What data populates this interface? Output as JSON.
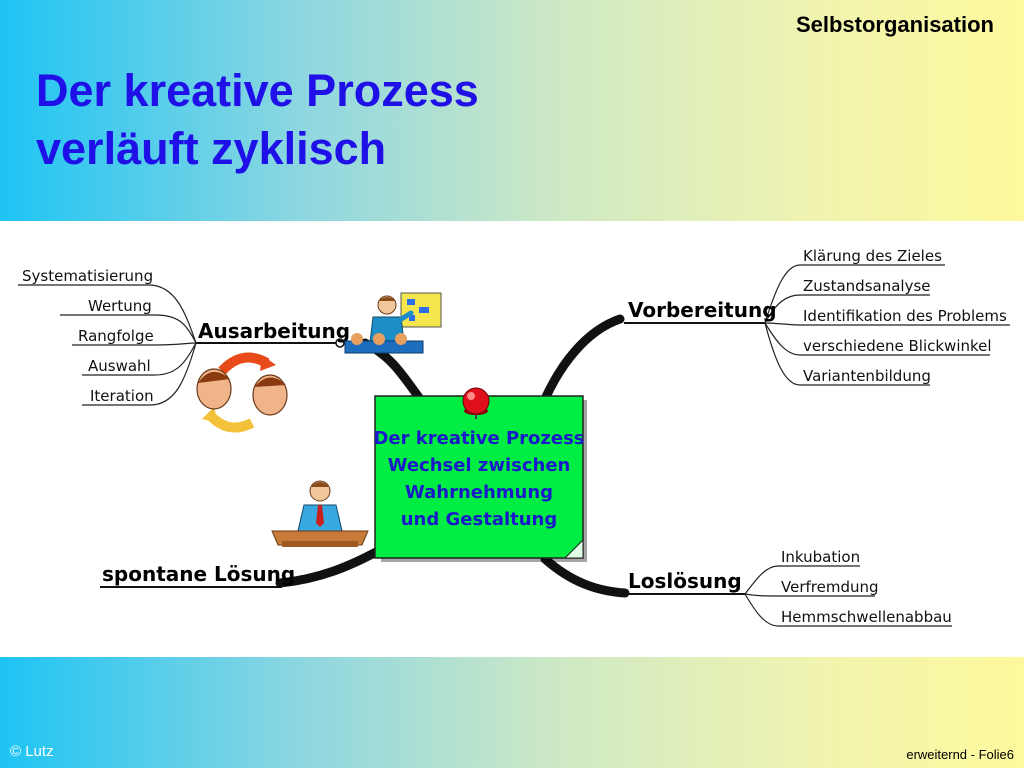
{
  "header": {
    "label": "Selbstorganisation"
  },
  "title": {
    "line1": "Der kreative Prozess",
    "line2": "verläuft zyklisch"
  },
  "center": {
    "lines": [
      "Der kreative Prozess",
      "Wechsel zwischen",
      "Wahrnehmung",
      "und Gestaltung"
    ],
    "color": "#00ee44"
  },
  "branches": {
    "ausarbeitung": {
      "label": "Ausarbeitung",
      "leaves": [
        "Systematisierung",
        "Wertung",
        "Rangfolge",
        "Auswahl",
        "Iteration"
      ]
    },
    "vorbereitung": {
      "label": "Vorbereitung",
      "leaves": [
        "Klärung des Zieles",
        "Zustandsanalyse",
        "Identifikation des Problems",
        "verschiedene Blickwinkel",
        "Variantenbildung"
      ]
    },
    "spontan": {
      "label": "spontane Lösung"
    },
    "losloesung": {
      "label": "Loslösung",
      "leaves": [
        "Inkubation",
        "Verfremdung",
        "Hemmschwellenabbau"
      ]
    }
  },
  "footer": {
    "left": "© Lutz",
    "right": "erweiternd - Folie6"
  },
  "colors": {
    "title": "#1f10e8",
    "center_text": "#1a1ac8",
    "pin": "#e0101a"
  }
}
